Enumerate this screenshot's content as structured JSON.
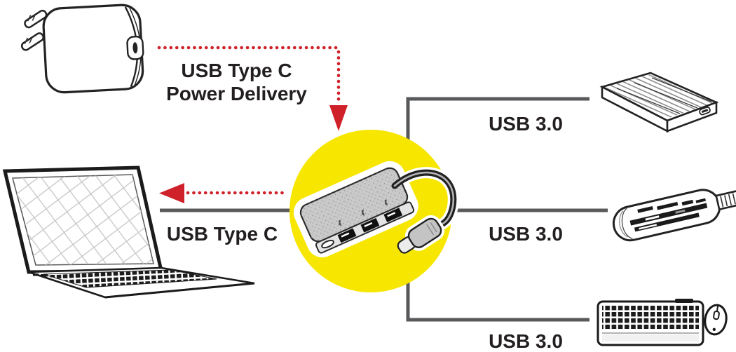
{
  "diagram": {
    "labels": {
      "power_delivery_line1": "USB Type C",
      "power_delivery_line2": "Power Delivery",
      "host_link": "USB Type C",
      "downstream_links": [
        "USB 3.0",
        "USB 3.0",
        "USB 3.0"
      ]
    },
    "colors": {
      "accent_red": "#cf2129",
      "highlight_yellow": "#f7e600",
      "line_gray": "#58595b",
      "text_black": "#231f20"
    },
    "icons": {
      "power_adapter": "usb-c-power-adapter-icon",
      "laptop": "laptop-icon",
      "hub": "usb-c-hub-icon",
      "hard_drive": "external-hard-drive-icon",
      "card_reader": "card-reader-icon",
      "keyboard_mouse": "keyboard-mouse-icon"
    }
  }
}
